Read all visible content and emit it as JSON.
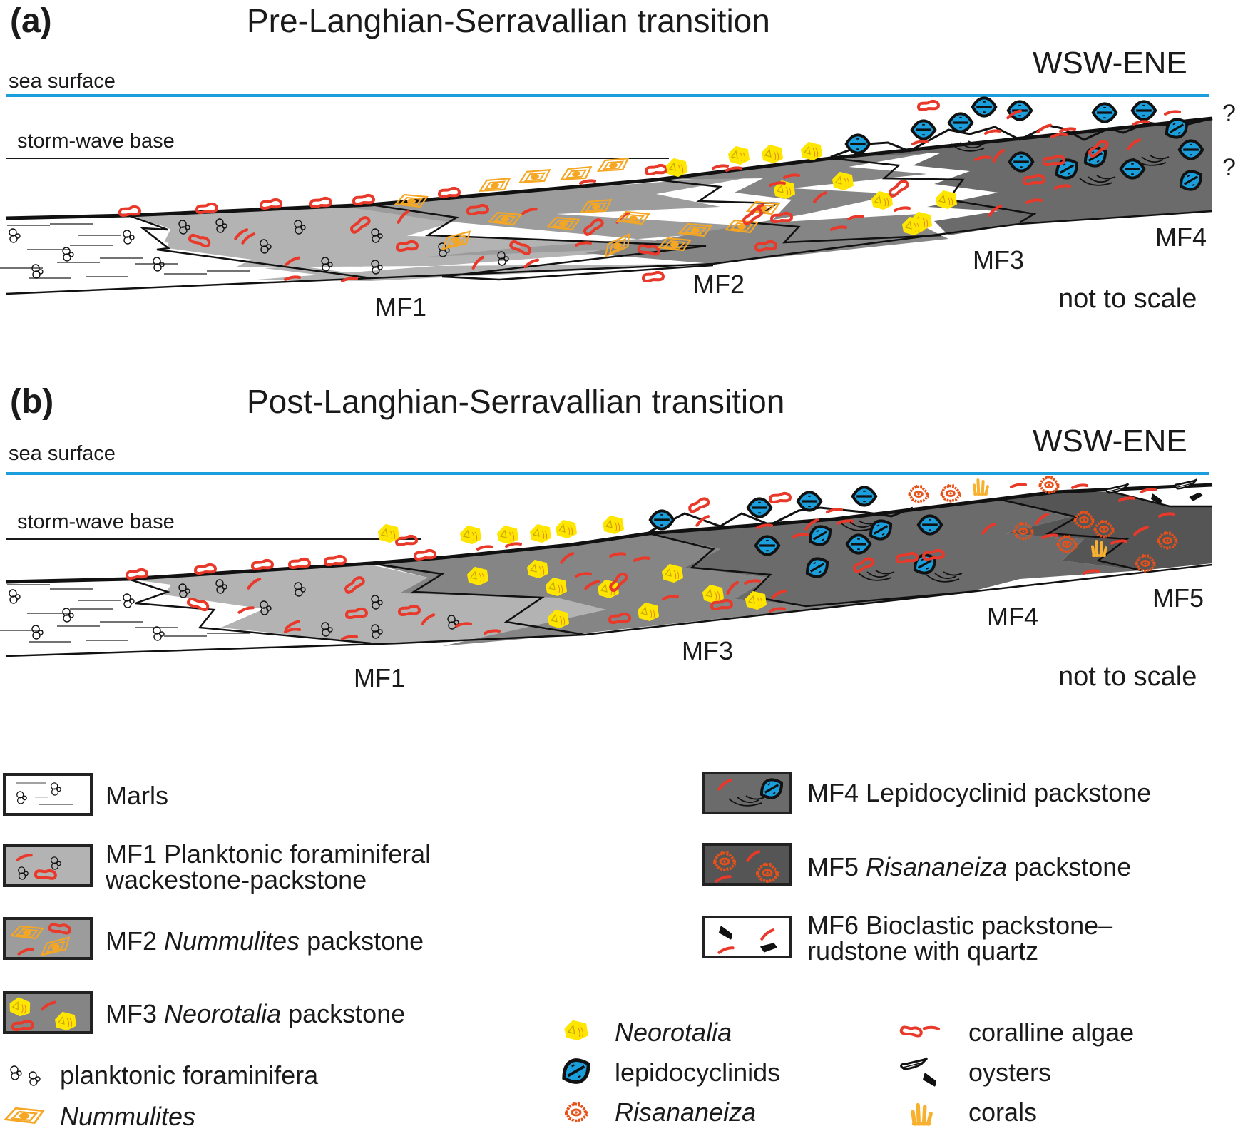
{
  "panel_a": {
    "label": "(a)",
    "title": "Pre-Langhian-Serravallian transition",
    "direction": "WSW-ENE",
    "sea_surface": "sea surface",
    "storm_wave_base": "storm-wave base",
    "facies_labels": [
      "MF1",
      "MF2",
      "MF3",
      "MF4"
    ],
    "question_marks": [
      "?",
      "?"
    ],
    "not_to_scale": "not to scale"
  },
  "panel_b": {
    "label": "(b)",
    "title": "Post-Langhian-Serravallian transition",
    "direction": "WSW-ENE",
    "sea_surface": "sea surface",
    "storm_wave_base": "storm-wave base",
    "facies_labels": [
      "MF1",
      "MF3",
      "MF4",
      "MF5"
    ],
    "not_to_scale": "not to scale"
  },
  "legend": {
    "facies": [
      {
        "code": "",
        "name": "Marls",
        "italic": "",
        "suffix": ""
      },
      {
        "code": "MF1",
        "name": "Planktonic foraminiferal",
        "line2": "wackestone-packstone"
      },
      {
        "code": "MF2",
        "italic": "Nummulites",
        "suffix": "packstone"
      },
      {
        "code": "MF3",
        "italic": "Neorotalia",
        "suffix": "packstone"
      },
      {
        "code": "MF4",
        "name": "Lepidocyclinid packstone"
      },
      {
        "code": "MF5",
        "italic": "Risananeiza",
        "suffix": "packstone"
      },
      {
        "code": "MF6",
        "name": "Bioclastic packstone–",
        "line2": "rudstone with quartz"
      }
    ],
    "symbols": [
      {
        "name": "planktonic foraminifera",
        "italic": false
      },
      {
        "name": "Nummulites",
        "italic": true
      },
      {
        "name": "Neorotalia",
        "italic": true
      },
      {
        "name": "lepidocyclinids",
        "italic": false
      },
      {
        "name": "Risananeiza",
        "italic": true
      },
      {
        "name": "coralline algae",
        "italic": false
      },
      {
        "name": "oysters",
        "italic": false
      },
      {
        "name": "corals",
        "italic": false
      }
    ]
  },
  "colors": {
    "sea_surface": "#1a9fdc",
    "marls": "#ffffff",
    "mf1": "#b3b3b3",
    "mf2": "#9c9c9c",
    "mf3": "#858585",
    "mf4": "#6b6b6b",
    "mf5": "#555555",
    "coralline_algae": "#e8392a",
    "nummulites": "#f5a623",
    "neorotalia": "#ffe600",
    "lepidocyclinid": "#1a9fdc",
    "risananeiza": "#e8501a",
    "corals": "#f7b12f"
  }
}
